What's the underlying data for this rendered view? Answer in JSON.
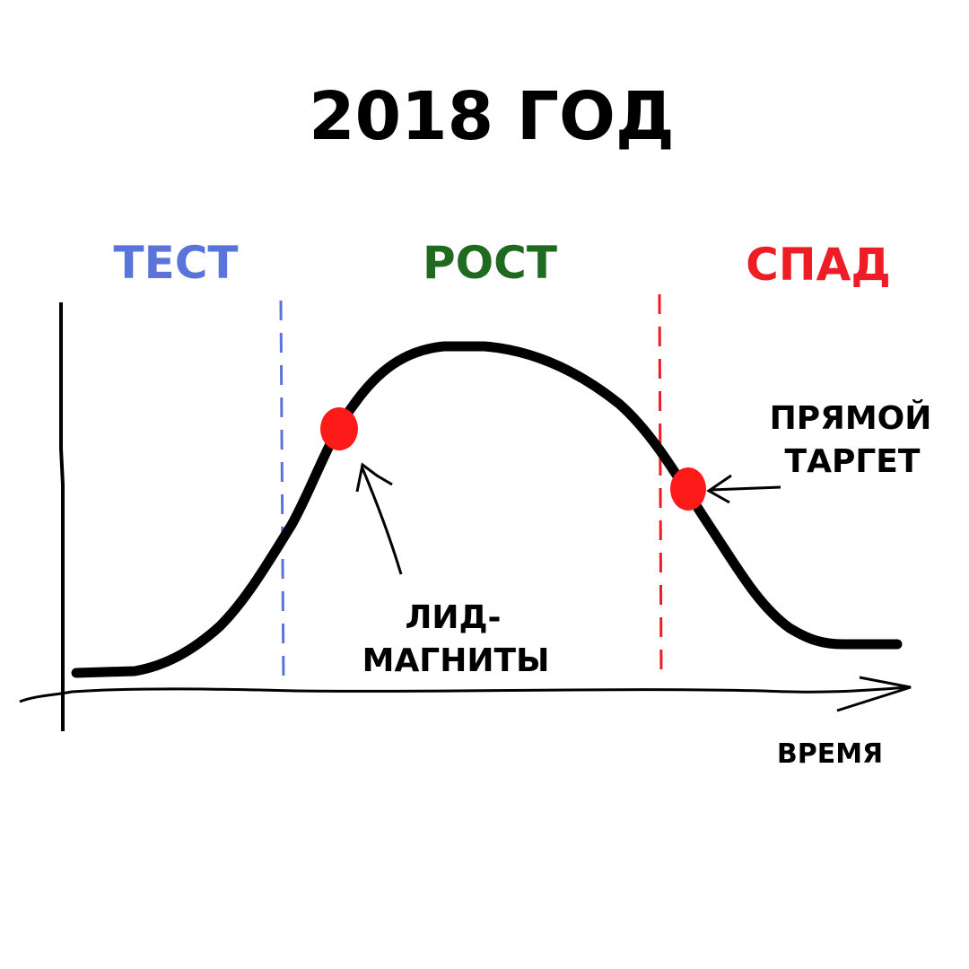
{
  "title": "2018 ГОД",
  "phases": [
    {
      "label": "ТЕСТ",
      "color": "#5b74d9"
    },
    {
      "label": "РОСТ",
      "color": "#1f6a1f"
    },
    {
      "label": "СПАД",
      "color": "#ee1c24"
    }
  ],
  "annotations": {
    "lead_magnets": [
      "ЛИД-",
      "МАГНИТЫ"
    ],
    "direct_target": [
      "ПРЯМОЙ",
      "ТАРГЕТ"
    ]
  },
  "x_axis_label": "ВРЕМЯ",
  "colors": {
    "ink": "#000000",
    "dot": "#ff1a1a"
  }
}
